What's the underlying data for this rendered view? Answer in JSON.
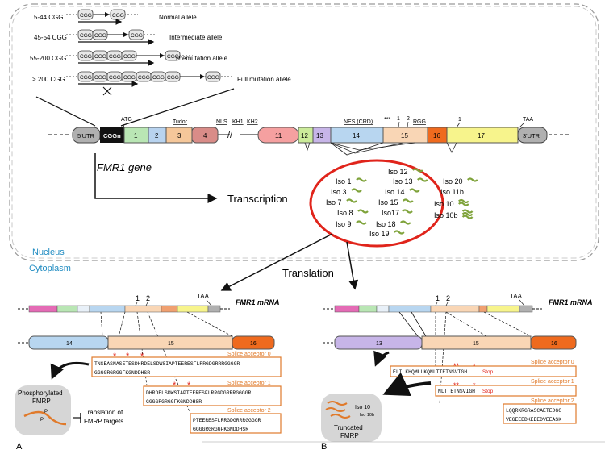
{
  "alleles": [
    {
      "range": "5-44 CGG",
      "name": "Normal allele"
    },
    {
      "range": "45-54 CGG",
      "name": "Intermediate allele"
    },
    {
      "range": "55-200 CGG",
      "name": "Premutation allele"
    },
    {
      "range": "> 200 CGG",
      "name": "Full mutation allele"
    }
  ],
  "cgg_label": "CGG",
  "gene": {
    "utr5": "5'UTR",
    "cggn": "CGGn",
    "utr3": "3'UTR",
    "atg": "ATG",
    "taa": "TAA",
    "tudor": "Tudor",
    "nls": "NLS",
    "kh1": "KH1",
    "kh2": "KH2",
    "nes": "NES (CRD)",
    "stars": "***",
    "rgg": "RGG",
    "one": "1",
    "two": "2",
    "exons_left": [
      "1",
      "2",
      "3",
      "4"
    ],
    "exons_right": [
      "11",
      "12",
      "13",
      "14",
      "15",
      "16",
      "17"
    ],
    "name": "FMR1 gene"
  },
  "colors": {
    "e1": "#b9e6b4",
    "e2": "#b8d3ef",
    "e3": "#f5c79a",
    "e4": "#d98c88",
    "e11": "#f5a0a0",
    "e12": "#cbeb9a",
    "e13": "#c7b5e8",
    "e14": "#b8d6f0",
    "e15": "#f9d6b5",
    "e16": "#ef6a1e",
    "e17": "#f7f48c",
    "utr": "#b0b0b0",
    "iso_ellipse": "#e0241b",
    "squiggle": "#7fa33b",
    "box": "#e07a2b",
    "star": "#e0241b",
    "nucleus": "#1f8bc1"
  },
  "transcription": "Transcription",
  "translation": "Translation",
  "nucleus": "Nucleus",
  "cytoplasm": "Cytoplasm",
  "isoforms": [
    "Iso 12",
    "Iso 1",
    "Iso 13",
    "Iso 20",
    "Iso 3",
    "Iso 14",
    "Iso 11b",
    "Iso 7",
    "Iso 15",
    "Iso 10",
    "Iso 8",
    "Iso17",
    "Iso 10b",
    "Iso 9",
    "Iso 18",
    "Iso 19"
  ],
  "panelA": {
    "mrna": "FMR1 mRNA",
    "one": "1",
    "two": "2",
    "taa": "TAA",
    "exon14": "14",
    "exon15": "15",
    "exon16": "16",
    "sa0": "Splice acceptor 0",
    "sa1": "Splice acceptor 1",
    "sa2": "Splice acceptor 2",
    "seq0a": "TNSEASNASETESDHRDELSDWSIAPTEERESFLRRGDGRRRGGGGR",
    "seq0b": "GGGGRGRGGFKGNDDHSR",
    "seq1a": "DHRDELSDWSIAPTEERESFLRRGDGRRRGGGGR",
    "seq1b": "GGGGRGRGGFKGNDDHSR",
    "seq2a": "PTEERESFLRRGDGRRRGGGGR",
    "seq2b": "GGGGRGRGGFKGNDDHSR",
    "phospho": [
      "Phosphorylated",
      "FMRP"
    ],
    "p": "P",
    "translation_targets": [
      "Translation of",
      "FMRP targets"
    ],
    "letter": "A"
  },
  "panelB": {
    "mrna": "FMR1 mRNA",
    "one": "1",
    "two": "2",
    "taa": "TAA",
    "exon13": "13",
    "exon15": "15",
    "exon16": "16",
    "sa0": "Splice acceptor 0",
    "sa1": "Splice acceptor 1",
    "sa2": "Splice acceptor 2",
    "seq0": "ELILKHQMLLKQNLTTETNSVIGH",
    "seq1": "NLTTETNSVIGH",
    "stop": "Stop",
    "seq2a": "LQQRKRGRASCAETEDGG",
    "seq2b": "VEGEEEDKEEEDVEEASK",
    "iso10": "Iso 10",
    "iso10b": "Iso 10b",
    "truncated": [
      "Truncated",
      "FMRP"
    ],
    "letter": "B"
  }
}
